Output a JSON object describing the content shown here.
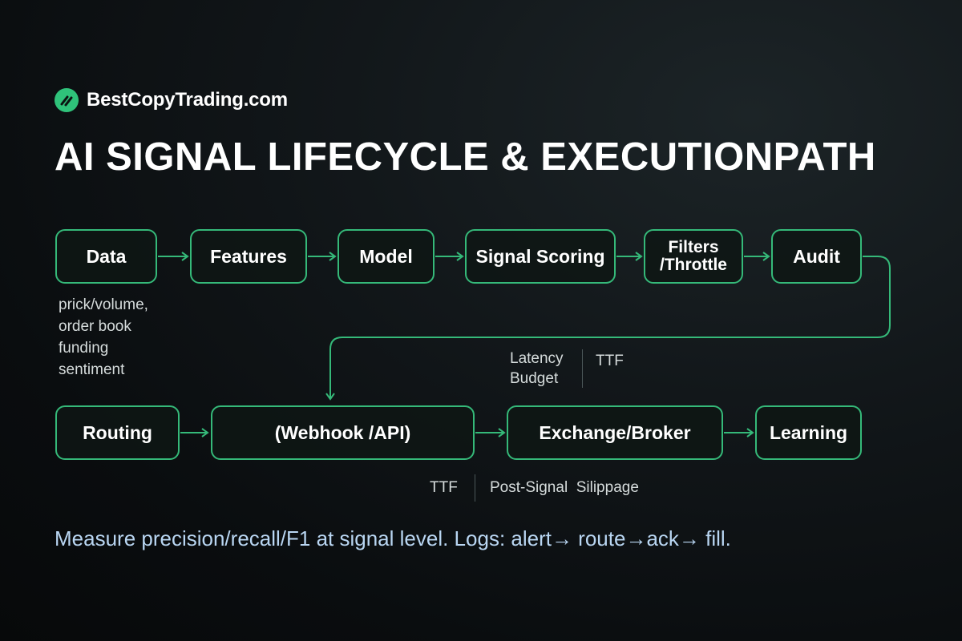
{
  "brand": {
    "name": "BestCopyTrading.com",
    "logo_icon": "striped-circle-logo-icon",
    "accent_color": "#2fc27a"
  },
  "title": "AI SIGNAL LIFECYCLE & EXECUTIONPATH",
  "diagram": {
    "node_border_color": "#35b979",
    "row1": [
      {
        "id": "data",
        "label": "Data"
      },
      {
        "id": "features",
        "label": "Features"
      },
      {
        "id": "model",
        "label": "Model"
      },
      {
        "id": "signal-scoring",
        "label": "Signal Scoring"
      },
      {
        "id": "filters",
        "label": "Filters\n/Throttle"
      },
      {
        "id": "audit",
        "label": "Audit"
      }
    ],
    "row2": [
      {
        "id": "routing",
        "label": "Routing"
      },
      {
        "id": "webhook",
        "label": "(Webhook /API)"
      },
      {
        "id": "exchange",
        "label": "Exchange/Broker"
      },
      {
        "id": "learning",
        "label": "Learning"
      }
    ],
    "data_notes": [
      "prick/volume,",
      "order book",
      "funding",
      "sentiment"
    ],
    "upper_metrics": {
      "left": "Latency\nBudget",
      "right": "TTF"
    },
    "lower_metrics": {
      "left": "TTF",
      "right": "Post-Signal  Silippage"
    }
  },
  "footer": "Measure precision/recall/F1 at signal level. Logs: alert→ route→ack→ fill."
}
